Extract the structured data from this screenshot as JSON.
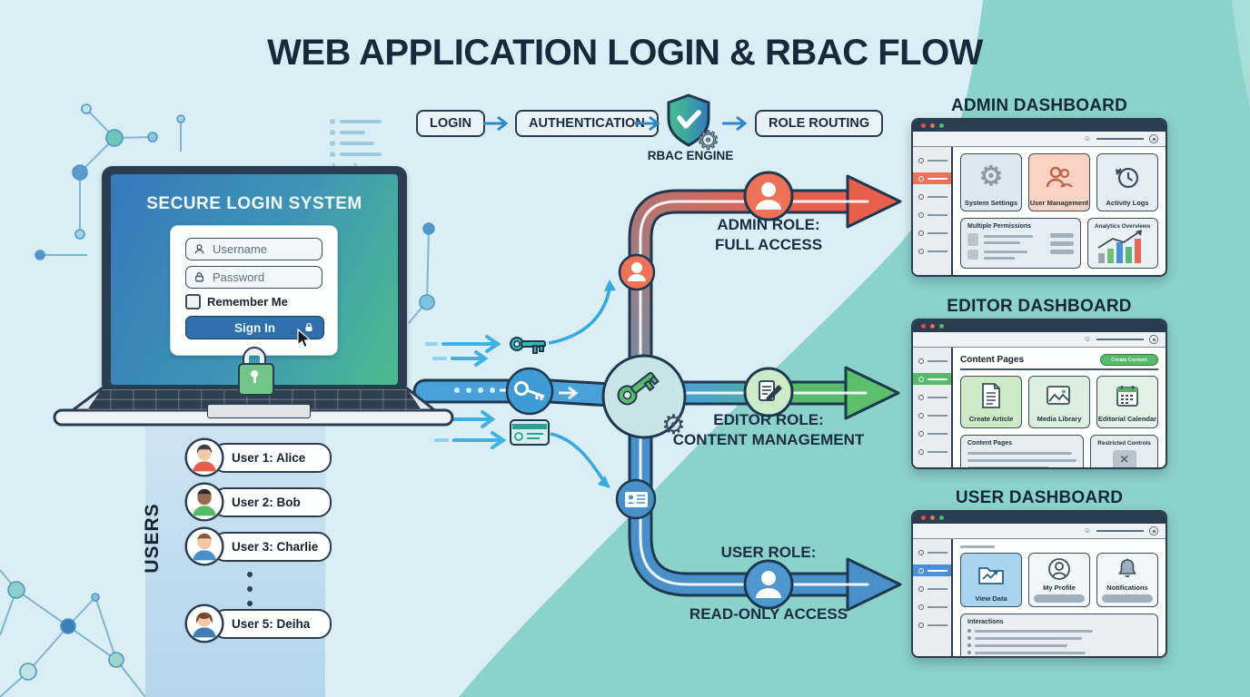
{
  "title": "WEB APPLICATION LOGIN & RBAC FLOW",
  "flow": {
    "login": "LOGIN",
    "authentication": "AUTHENTICATION",
    "rbac_engine": "RBAC ENGINE",
    "role_routing": "ROLE ROUTING"
  },
  "login_screen": {
    "heading": "SECURE LOGIN SYSTEM",
    "username_placeholder": "Username",
    "password_placeholder": "Password",
    "remember_label": "Remember Me",
    "signin_label": "Sign In"
  },
  "users_panel": {
    "label": "USERS",
    "users": [
      "User 1: Alice",
      "User 2: Bob",
      "User 3: Charlie",
      "User 5: Deiha"
    ]
  },
  "roles": {
    "admin_line1": "ADMIN ROLE:",
    "admin_line2": "FULL ACCESS",
    "editor_line1": "EDITOR ROLE:",
    "editor_line2": "CONTENT MANAGEMENT",
    "user_line1": "USER ROLE:",
    "user_line2": "READ-ONLY ACCESS"
  },
  "dashboards": {
    "admin": {
      "title": "ADMIN DASHBOARD",
      "tiles": [
        "System Settings",
        "User Management",
        "Activity Logs"
      ],
      "wide_tile": "Multiple Permissions",
      "chart_tile": "Analytics Overviews"
    },
    "editor": {
      "title": "EDITOR DASHBOARD",
      "header": "Content Pages",
      "button": "Create Content",
      "tiles": [
        "Create Article",
        "Media Library",
        "Editorial Calendar"
      ],
      "wide_tile": "Content Pages",
      "restricted_tile": "Restricted Controls"
    },
    "user": {
      "title": "USER DASHBOARD",
      "tiles": [
        "View Data",
        "My Profile",
        "Notifications"
      ],
      "wide_tile": "Interactions"
    }
  },
  "colors": {
    "background": "#dceef5",
    "teal_blob": "#8bd3ca",
    "navy_text": "#18293e",
    "pipe_blue": "#4aa0d8",
    "admin_red": "#ee7257",
    "editor_green": "#57b96a",
    "user_blue": "#4a90c8",
    "accent_cyan": "#41b0e3"
  }
}
